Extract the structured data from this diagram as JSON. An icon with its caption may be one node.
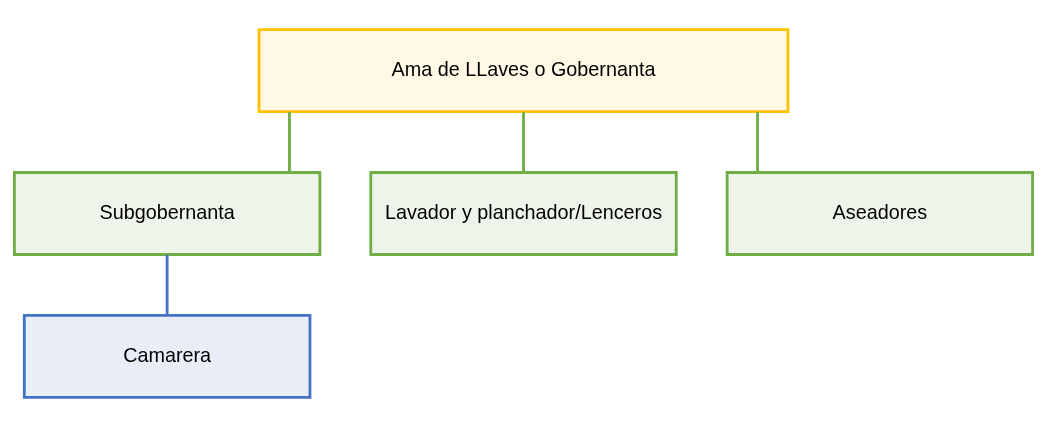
{
  "diagram": {
    "nodes": [
      {
        "text": [
          "Ama de LLaves o Gobernanta"
        ]
      },
      {
        "text": [
          "Subgobernanta"
        ]
      },
      {
        "text": [
          "Camarera"
        ]
      },
      {
        "text": [
          "Lavador y planchador/Lenceros"
        ]
      },
      {
        "text": [
          "Aseadores"
        ]
      }
    ],
    "edges": [
      {
        "from": 0,
        "to": 1,
        "arrow": "none"
      },
      {
        "from": 1,
        "to": 2,
        "arrow": "none",
        "color": "#4472c4"
      },
      {
        "from": 0,
        "to": 3,
        "arrow": "none"
      },
      {
        "from": 0,
        "to": 4,
        "arrow": "none"
      }
    ]
  }
}
